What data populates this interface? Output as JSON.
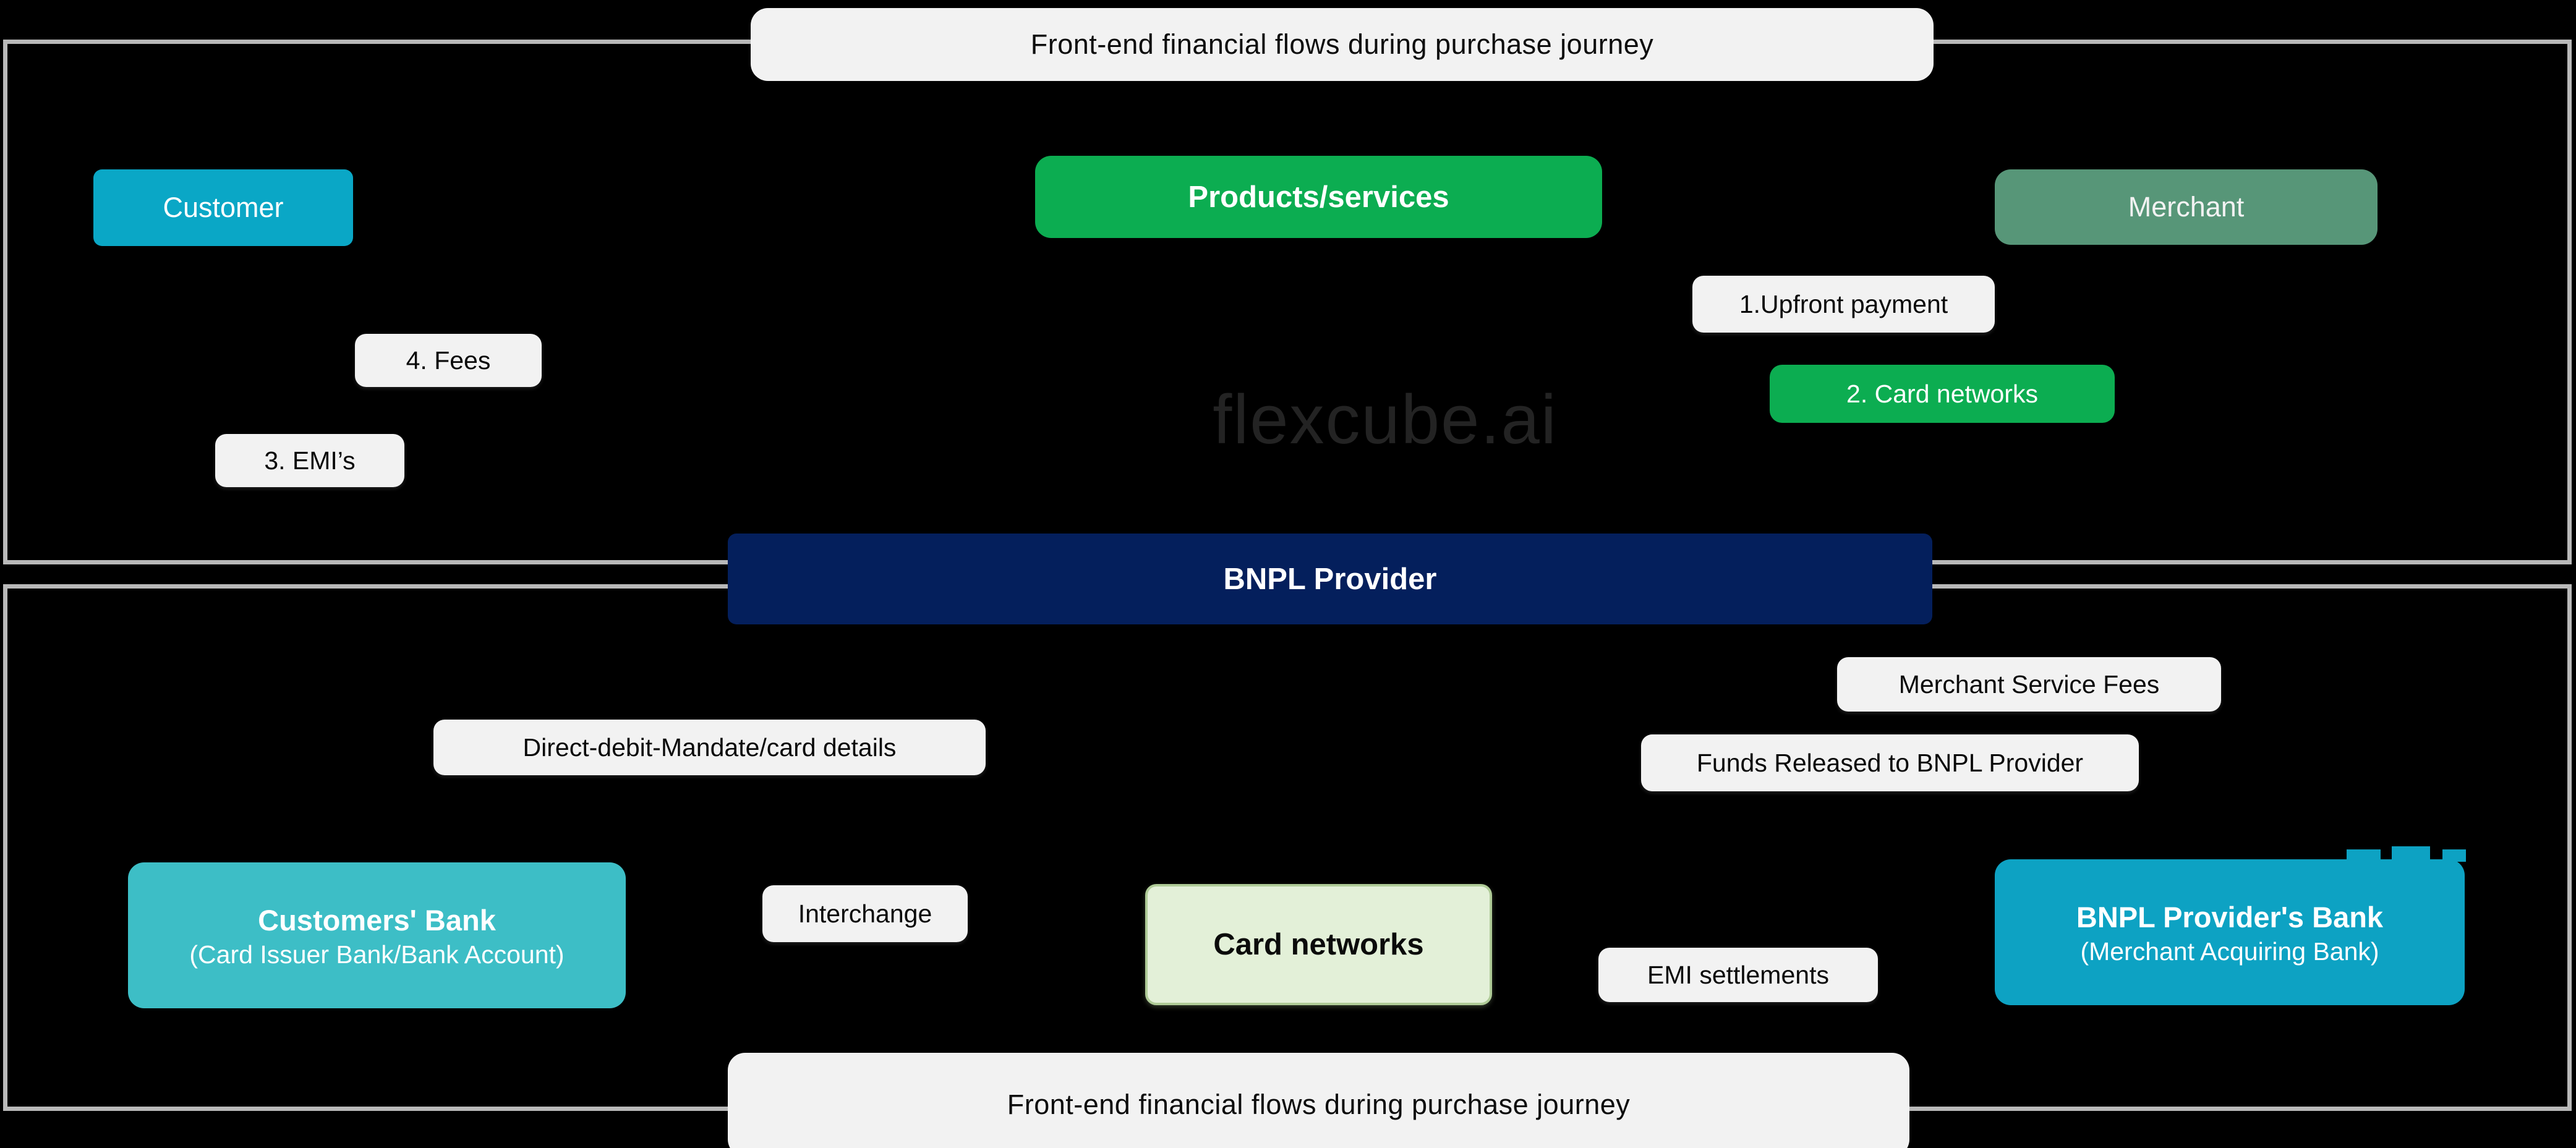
{
  "titles": {
    "top": "Front-end financial flows during purchase journey",
    "bottom": "Front-end financial flows during purchase journey"
  },
  "watermark": "flexcube.ai",
  "entities": {
    "customer": {
      "label": "Customer",
      "color": "#0aa7c6"
    },
    "products": {
      "label": "Products/services",
      "color": "#0cad51"
    },
    "merchant": {
      "label": "Merchant",
      "color": "#579678"
    },
    "bnpl_provider": {
      "label": "BNPL Provider",
      "color": "#041f5c"
    },
    "customers_bank": {
      "title": "Customers' Bank",
      "subtitle": "(Card Issuer Bank/Bank Account)",
      "color": "#3dbec6"
    },
    "card_networks_hub": {
      "label": "Card networks",
      "color": "#e3f0d8"
    },
    "bnpl_providers_bank": {
      "title": "BNPL Provider's Bank",
      "subtitle": "(Merchant Acquiring Bank)",
      "color": "#0da2c3"
    }
  },
  "flow_labels": {
    "upfront_payment": "1.Upfront payment",
    "card_networks_step": "2. Card networks",
    "emis": "3. EMI’s",
    "fees": "4. Fees",
    "merchant_service_fees": "Merchant Service Fees",
    "funds_released": "Funds Released to BNPL Provider",
    "direct_debit": "Direct-debit-Mandate/card details",
    "interchange": "Interchange",
    "emi_settlements": "EMI settlements"
  },
  "chrome": {
    "background_color": "#000000",
    "section_border_color": "#b9b9b9",
    "label_background_color": "#f2f2f2"
  }
}
